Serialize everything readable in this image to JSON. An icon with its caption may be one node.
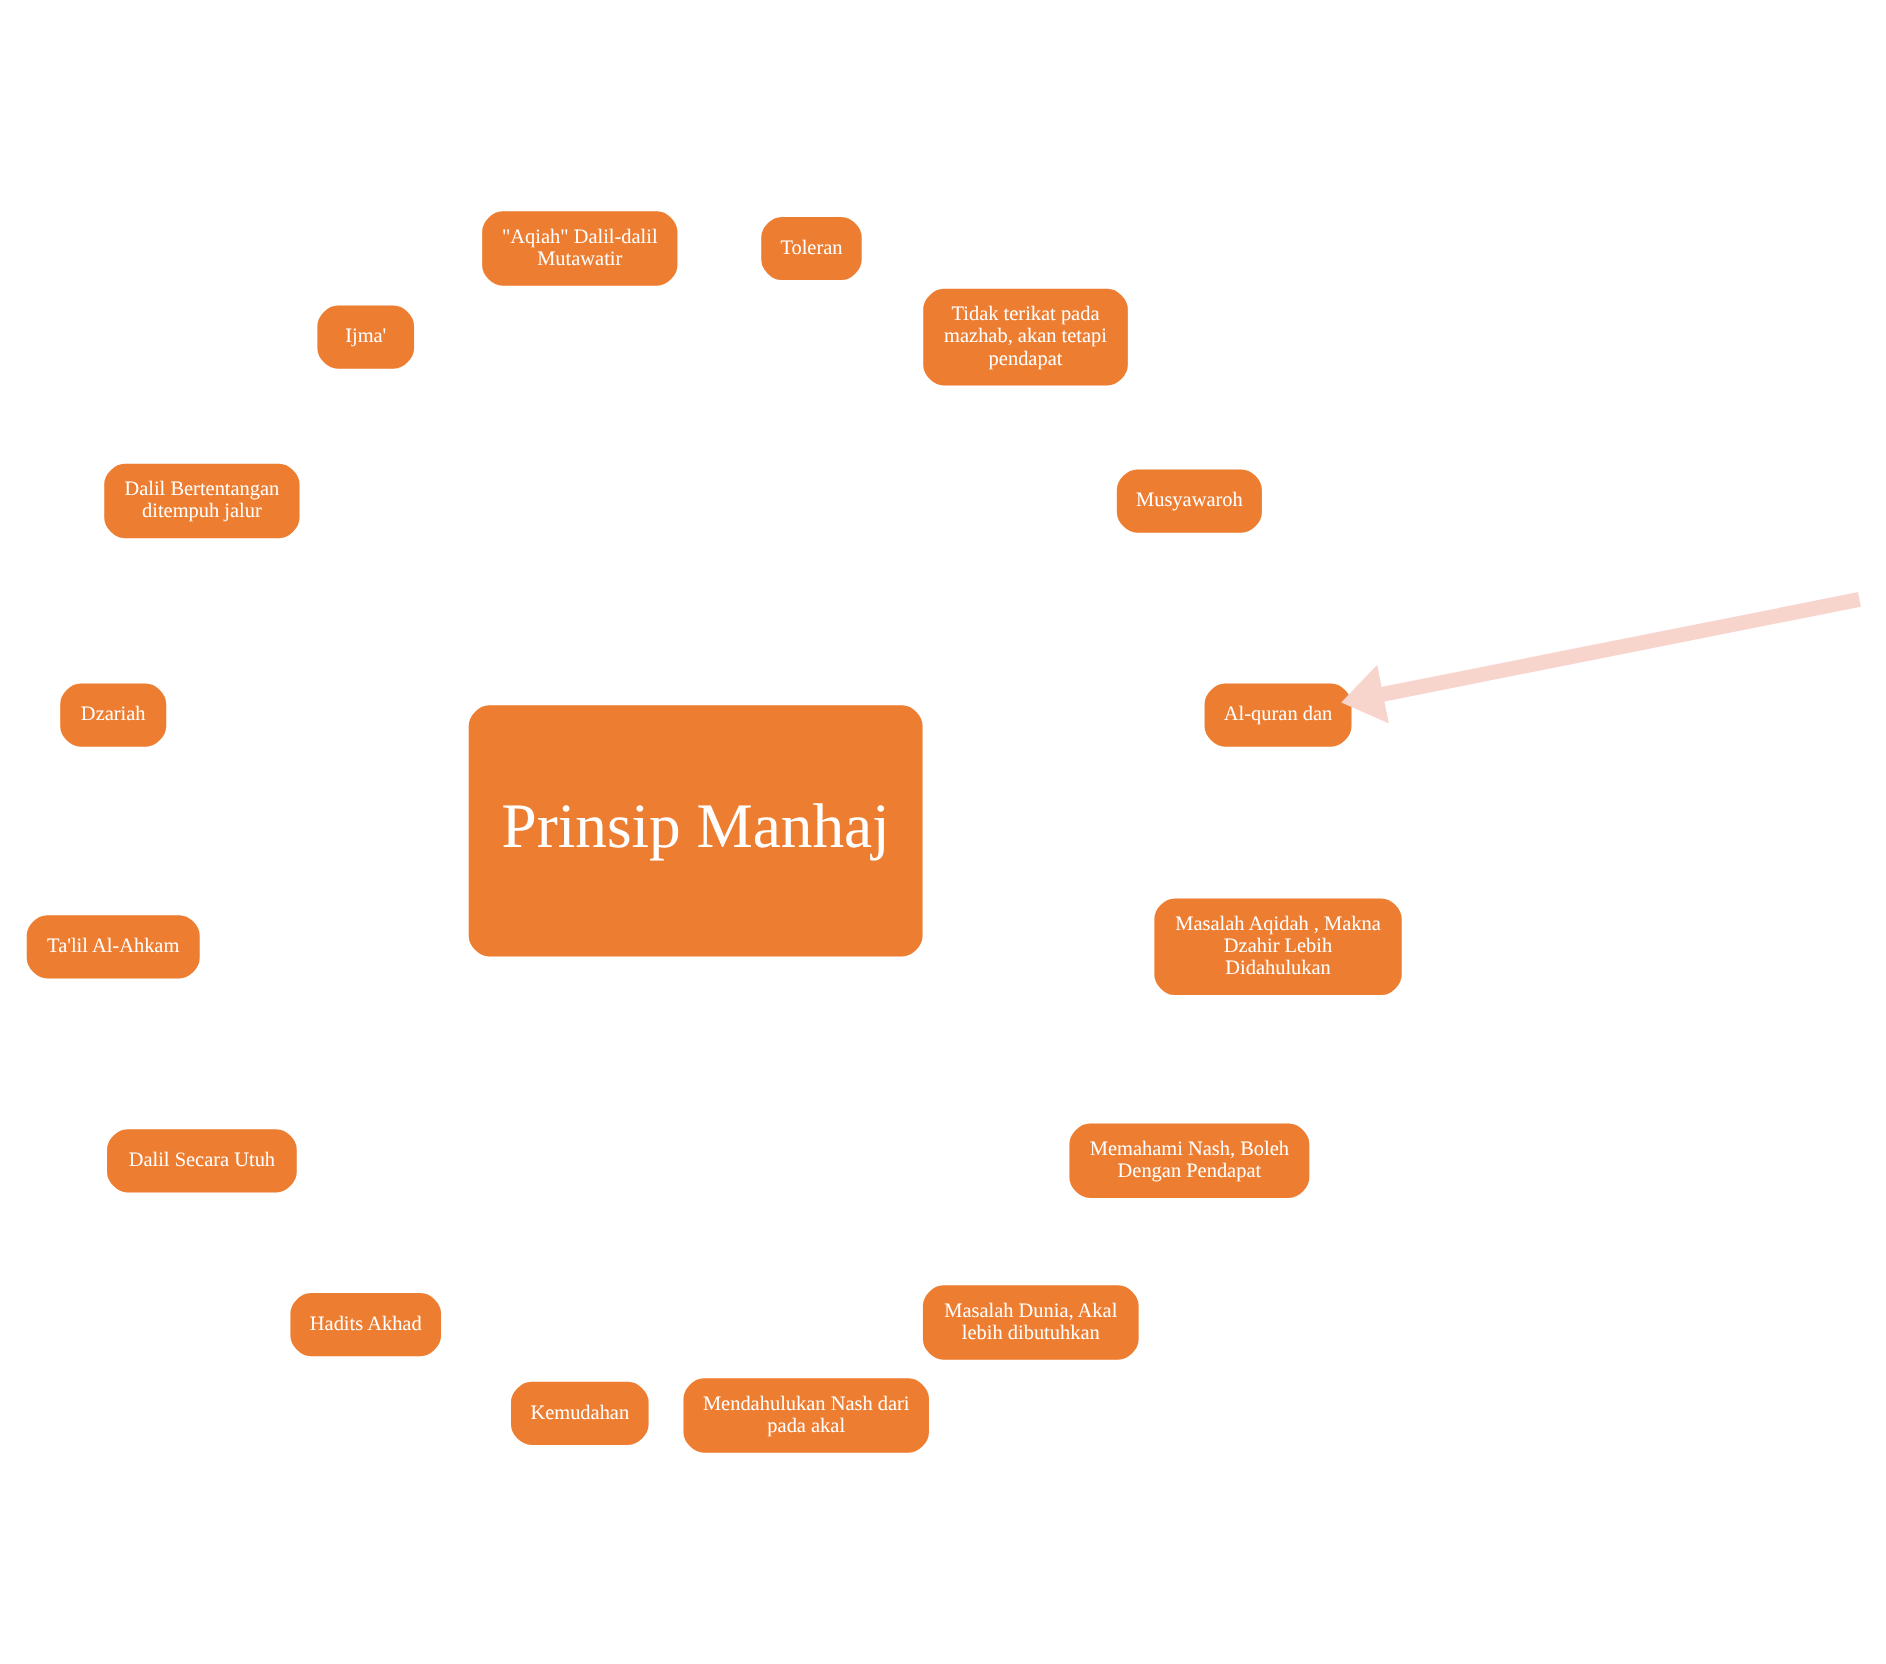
{
  "diagram": {
    "nodes": [
      {
        "text": [
          "Prinsip Manhaj"
        ]
      },
      {
        "text": [
          "Al-quran dan"
        ]
      },
      {
        "text": [
          "Musyawaroh"
        ]
      },
      {
        "text": [
          "Tidak terikat pada mazhab, akan tetapi pendapat"
        ]
      },
      {
        "text": [
          "Toleran"
        ]
      },
      {
        "text": [
          "\"Aqiah\" Dalil-dalil Mutawatir"
        ]
      },
      {
        "text": [
          "Ijma'"
        ]
      },
      {
        "text": [
          "Dalil Bertentangan ditempuh jalur"
        ]
      },
      {
        "text": [
          "Dzariah"
        ]
      },
      {
        "text": [
          "Ta'lil Al-Ahkam"
        ]
      },
      {
        "text": [
          "Dalil Secara Utuh"
        ]
      },
      {
        "text": [
          "Hadits Akhad"
        ]
      },
      {
        "text": [
          "Kemudahan"
        ]
      },
      {
        "text": [
          "Mendahulukan Nash dari pada akal"
        ]
      },
      {
        "text": [
          "Masalah Dunia, Akal lebih dibutuhkan"
        ]
      },
      {
        "text": [
          "Memahami Nash, Boleh Dengan Pendapat"
        ]
      },
      {
        "text": [
          "Masalah Aqidah , Makna Dzahir Lebih Didahulukan"
        ]
      }
    ],
    "edges": [
      {
        "from": null,
        "to": 1,
        "arrow": "to",
        "color": "#f8d5cc"
      }
    ]
  }
}
